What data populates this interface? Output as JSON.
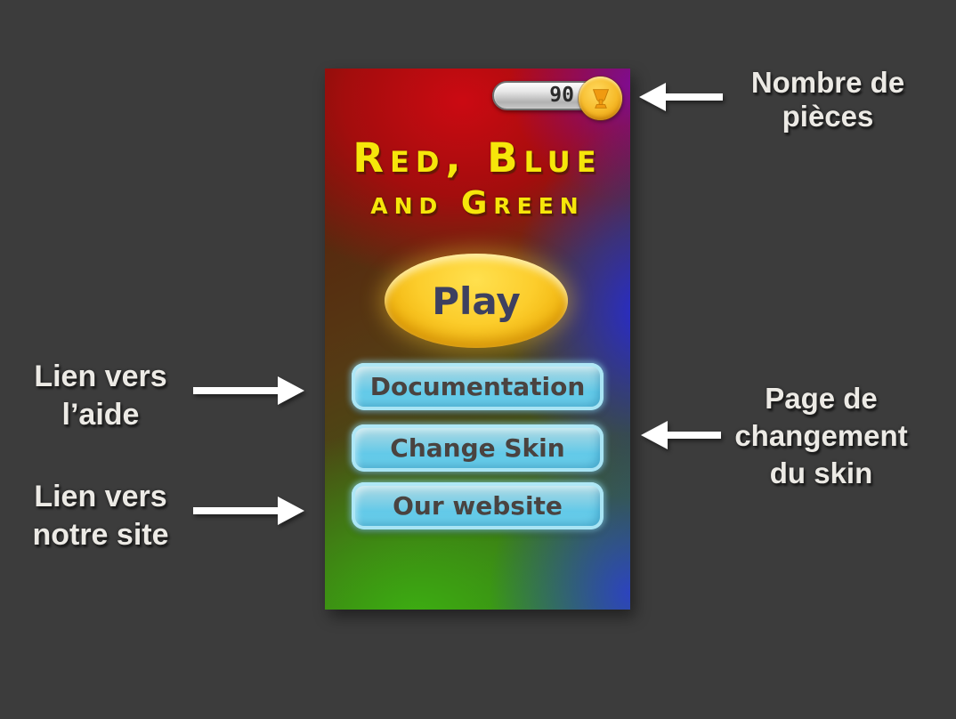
{
  "page": {
    "background_color": "#3c3c3c"
  },
  "game_screen": {
    "coin_counter": {
      "value": "90",
      "icon": "trophy-coin-icon"
    },
    "title": {
      "line1": "Red, Blue",
      "line2": "and Green"
    },
    "play_button_label": "Play",
    "menu_buttons": [
      {
        "label": "Documentation"
      },
      {
        "label": "Change Skin"
      },
      {
        "label": "Our website"
      }
    ],
    "colors": {
      "title_yellow": "#f6e60a",
      "play_gold": "#fccd2c",
      "menu_cyan": "#6fd2ec",
      "coin_gold": "#f6bb2a"
    }
  },
  "annotations": {
    "coins": {
      "lines": [
        "Nombre de",
        "pièces"
      ],
      "arrow_direction": "left"
    },
    "help": {
      "lines": [
        "Lien vers",
        "l’aide"
      ],
      "arrow_direction": "right"
    },
    "website": {
      "lines": [
        "Lien vers",
        "notre site"
      ],
      "arrow_direction": "right"
    },
    "skin": {
      "lines": [
        "Page de",
        "changement",
        "du skin"
      ],
      "arrow_direction": "left"
    }
  }
}
